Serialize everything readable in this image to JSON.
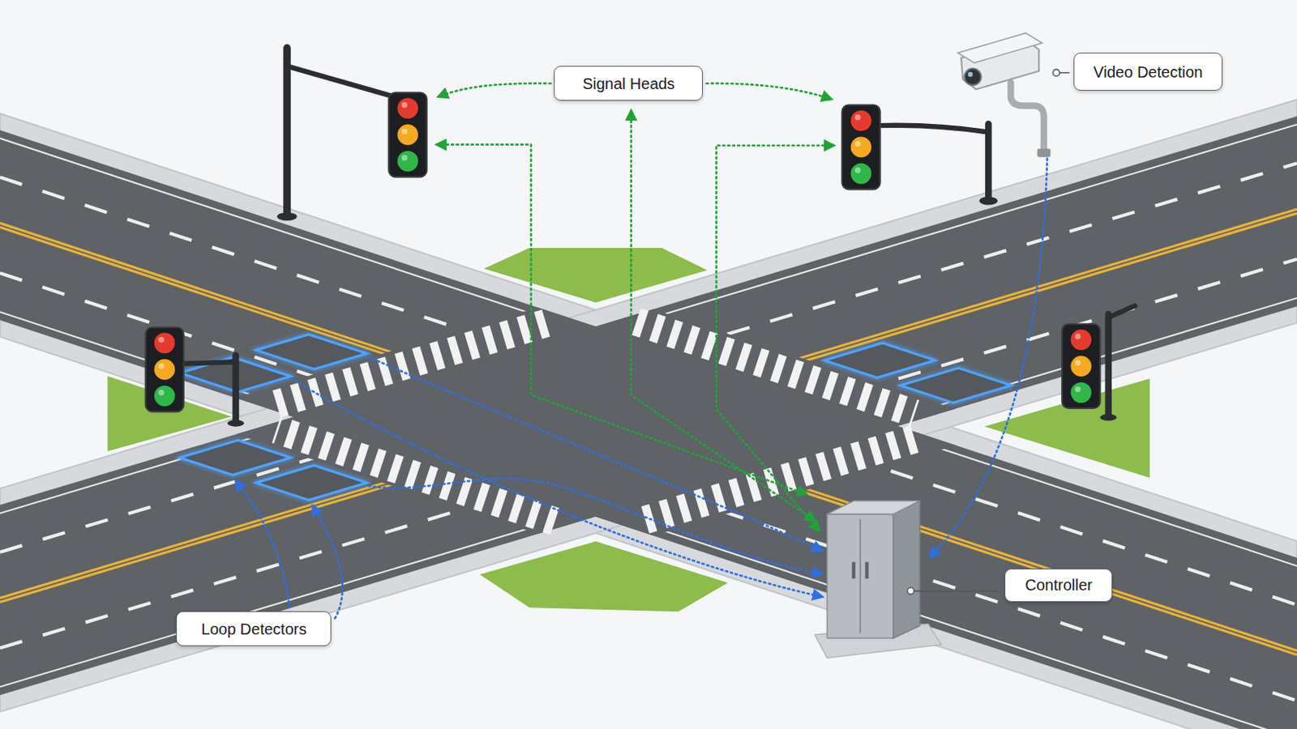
{
  "diagram": {
    "nodes": [
      {
        "text": [
          "Signal Heads"
        ]
      },
      {
        "text": [
          "Video Detection"
        ]
      },
      {
        "text": [
          "Controller"
        ]
      },
      {
        "text": [
          "Loop Detectors"
        ]
      }
    ]
  }
}
